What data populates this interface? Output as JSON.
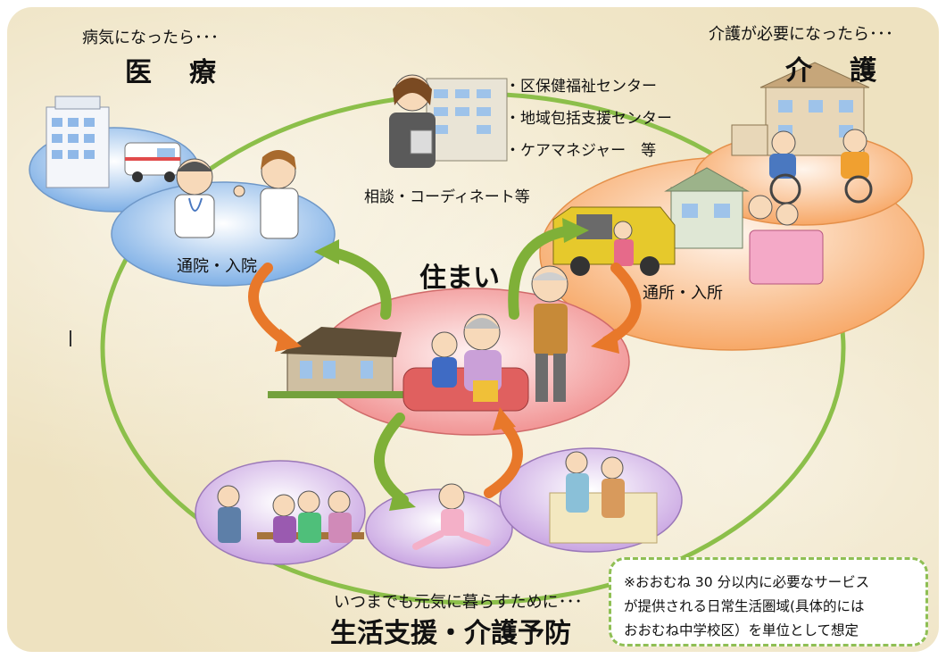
{
  "medical": {
    "lead": "病気になったら･･･",
    "title": "医　療",
    "bubble_label": "通院・入院"
  },
  "care": {
    "lead": "介護が必要になったら･･･",
    "title": "介　護",
    "bubble_label": "通所・入所"
  },
  "home": {
    "title": "住まい"
  },
  "consult": {
    "items": [
      "・区保健福祉センター",
      "・地域包括支援センター",
      "・ケアマネジャー　等"
    ],
    "label": "相談・コーディネート等"
  },
  "livelihood": {
    "lead": "いつまでも元気に暮らすために･･･",
    "title": "生活支援・介護予防"
  },
  "note": {
    "lines": [
      "※おおむね 30 分以内に必要なサービス",
      "が提供される日常生活圏域(具体的には",
      "おおむね中学校区）を単位として想定"
    ]
  },
  "colors": {
    "big_circle": "#8cbf4a",
    "medical_bubble": "#7fb0e6",
    "care_bubble": "#f7a867",
    "home_bubble": "#f08c8c",
    "support_bubble": "#c9a5e2",
    "arrow_orange": "#e8782a",
    "arrow_green": "#7fb038"
  }
}
